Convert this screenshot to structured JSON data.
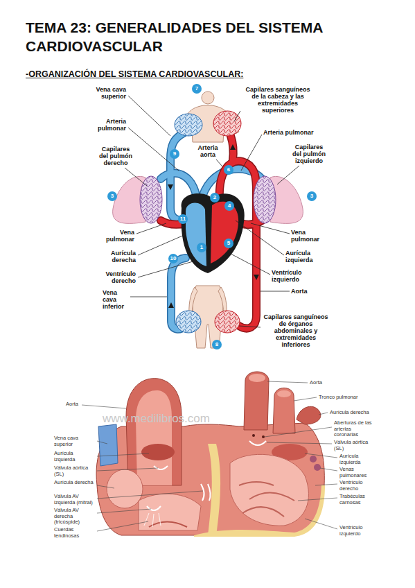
{
  "diagram": {
    "title": "TEMA 23: GENERALIDADES DEL SISTEMA CARDIOVASCULAR",
    "labels": [
      "-ORGANIZACIÓN DEL SISTEMA CARDIOVASCULAR:",
      "Vena cava superior",
      "Capilares sanguíneos de la cabeza y las extremidades superiores",
      "Arteria pulmonar",
      "Arteria aorta",
      "Arteria pulmonar",
      "Capilares del pulmón derecho",
      "Capilares del pulmón izquierdo",
      "Vena pulmonar",
      "Vena pulmonar",
      "Aurícula derecha",
      "Aurícula izquierda",
      "Ventrículo derecho",
      "Ventrículo izquierdo",
      "Vena cava inferior",
      "Aorta",
      "Capilares sanguíneos de órganos abdominales y extremidades inferiores",
      "7",
      "9",
      "6",
      "2",
      "4",
      "3",
      "3",
      "11",
      "5",
      "1",
      "10",
      "8",
      "Aorta",
      "Vena cava superior",
      "Aurícula izquierda",
      "Válvula aórtica (SL)",
      "Aurícula derecha",
      "Válvula AV izquierda (mitral)",
      "Válvula AV derecha (tricúspide)",
      "Cuerdas tendinosas",
      "Aorta",
      "Tronco pulmonar",
      "Aurícula derecha",
      "Aberturas de las arterias coronarias",
      "Válvula aórtica (SL)",
      "Aurícula izquierda",
      "Venas pulmonares",
      "Ventrículo derecho",
      "Trabéculas carnosas",
      "Ventrículo izquierdo",
      "www.medilibros.com"
    ]
  }
}
